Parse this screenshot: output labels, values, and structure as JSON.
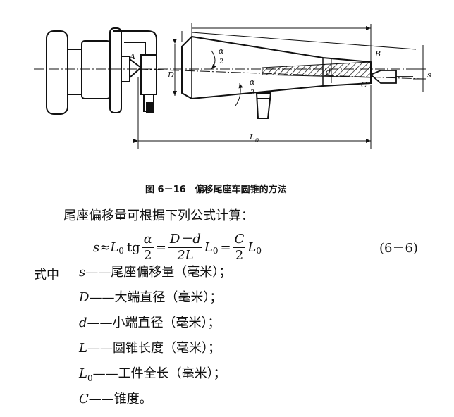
{
  "figure": {
    "labels": {
      "A": "A",
      "B": "B",
      "C": "C",
      "D": "D",
      "d": "d",
      "s": "s",
      "L0": "L",
      "L0_sub": "0",
      "alpha": "α",
      "two": "2"
    }
  },
  "caption": "图 6－16　偏移尾座车圆锥的方法",
  "intro": "尾座偏移量可根据下列公式计算：",
  "formula": {
    "s": "s",
    "approx": "≈",
    "L": "L",
    "sub0": "0",
    "tg": "tg",
    "alpha": "α",
    "two": "2",
    "eq": "=",
    "D_minus_d": "D－d",
    "twoL": "2L",
    "C": "C",
    "eq_number": "(6－6)"
  },
  "where_label": "式中",
  "definitions": [
    {
      "symbol": "s",
      "sub": "",
      "text": "——尾座偏移量（毫米）；"
    },
    {
      "symbol": "D",
      "sub": "",
      "text": "——大端直径（毫米）；"
    },
    {
      "symbol": "d",
      "sub": "",
      "text": "——小端直径（毫米）；"
    },
    {
      "symbol": "L",
      "sub": "",
      "text": "——圆锥长度（毫米）；"
    },
    {
      "symbol": "L",
      "sub": "0",
      "text": "——工件全长（毫米）；"
    },
    {
      "symbol": "C",
      "sub": "",
      "text": "——锥度。"
    }
  ]
}
